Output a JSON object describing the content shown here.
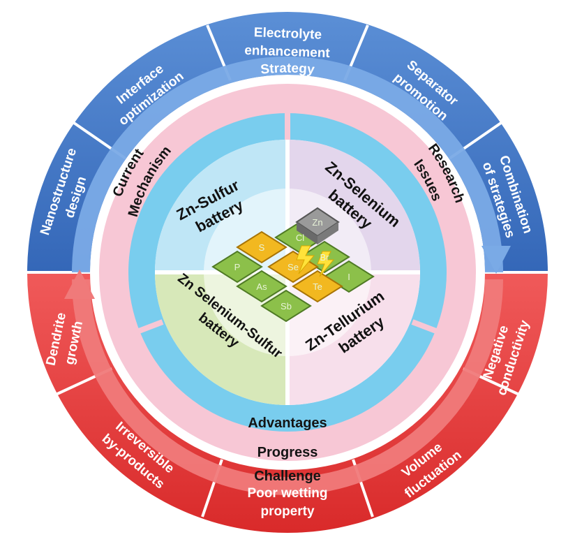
{
  "colors": {
    "strategy": "#3f73c2",
    "strategy_light": "#6b9ce0",
    "challenge": "#e23a3a",
    "challenge_light": "#f07070",
    "pink_ring": "#f7c7d5",
    "blue_ring": "#7fd0f0",
    "center_blue": "#c8eaf8",
    "center_purple": "#e2d3ec",
    "center_green": "#d5e6b7",
    "center_pink": "#f6dcea",
    "chip_green": "#8cc04a",
    "chip_yellow": "#f2b820",
    "chip_gray": "#8a8a8a"
  },
  "strategy": {
    "title": "Strategy",
    "segments": [
      [
        "Nanostructure",
        "design"
      ],
      [
        "Interface",
        "optimization"
      ],
      [
        "Electrolyte",
        "enhancement"
      ],
      [
        "Separator",
        "promotion"
      ],
      [
        "Combination",
        "of strategies"
      ]
    ]
  },
  "challenge": {
    "title": "Challenge",
    "segments": [
      [
        "Dendrite",
        "growth"
      ],
      [
        "Irreversible",
        "by-products"
      ],
      [
        "Poor wetting",
        "property"
      ],
      [
        "Volume",
        "fluctuation"
      ],
      [
        "Negative",
        "conductivity"
      ]
    ]
  },
  "inner_ring": {
    "current_mechanism": [
      "Current",
      "Mechanism"
    ],
    "research_issues": [
      "Research",
      "Issues"
    ],
    "advantages": "Advantages",
    "progress": "Progress"
  },
  "batteries": {
    "zn_sulfur": [
      "Zn-Sulfur",
      "battery"
    ],
    "zn_selenium": [
      "Zn-Selenium",
      "battery"
    ],
    "zn_selenium_sulfur": [
      "Zn Selenium-Sulfur",
      "battery"
    ],
    "zn_tellurium": [
      "Zn-Tellurium",
      "battery"
    ]
  },
  "elements": {
    "zn": "Zn",
    "p": "P",
    "s": "S",
    "cl": "Cl",
    "as": "As",
    "se": "Se",
    "br": "Br",
    "sb": "Sb",
    "te": "Te",
    "i": "I"
  }
}
